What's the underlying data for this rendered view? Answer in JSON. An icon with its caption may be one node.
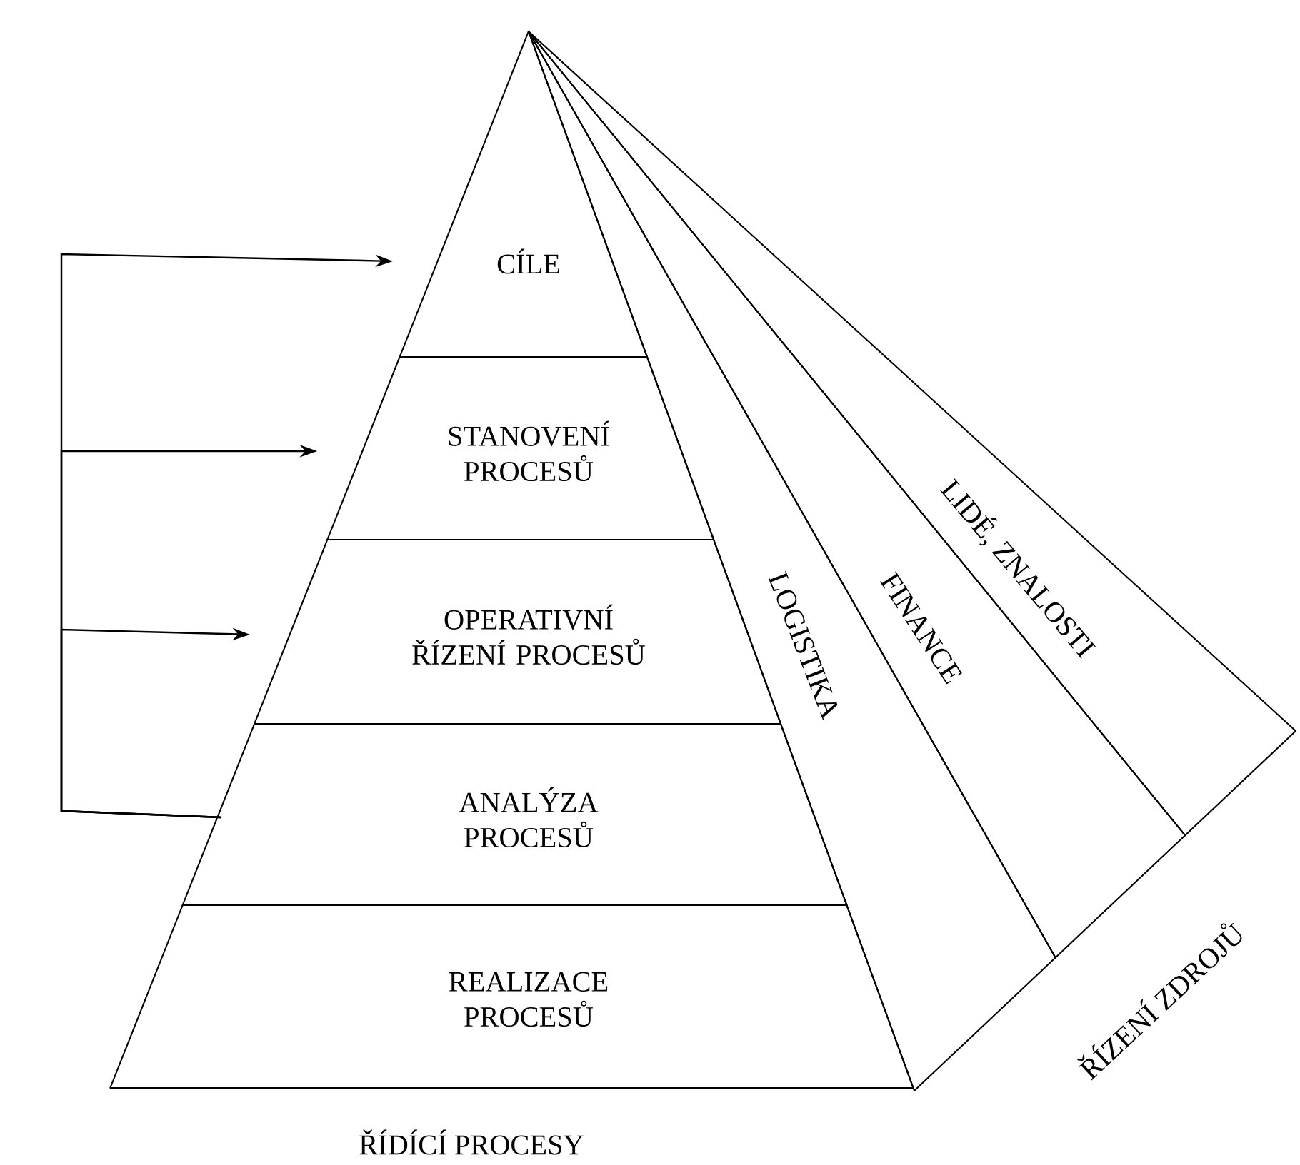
{
  "diagram": {
    "nodes": [
      {
        "text": [
          "CÍLE"
        ]
      },
      {
        "text": [
          "STANOVENÍ PROCESŮ"
        ]
      },
      {
        "text": [
          "OPERATIVNÍ ŘÍZENÍ PROCESŮ"
        ]
      },
      {
        "text": [
          "ANALÝZA PROCESŮ"
        ]
      },
      {
        "text": [
          "REALIZACE PROCESŮ"
        ]
      },
      {
        "text": [
          "LOGISTIKA"
        ]
      },
      {
        "text": [
          "FINANCE"
        ]
      },
      {
        "text": [
          "LIDÉ, ZNALOSTI"
        ]
      }
    ],
    "edges": [
      {
        "from": 3,
        "to": 0,
        "arrow": "to"
      },
      {
        "from": 3,
        "to": 1,
        "arrow": "to"
      },
      {
        "from": 3,
        "to": 2,
        "arrow": "to"
      }
    ],
    "labels": [
      "ŘÍZENÍ ZDROJŮ",
      "ŘÍDÍCÍ PROCESY"
    ]
  }
}
